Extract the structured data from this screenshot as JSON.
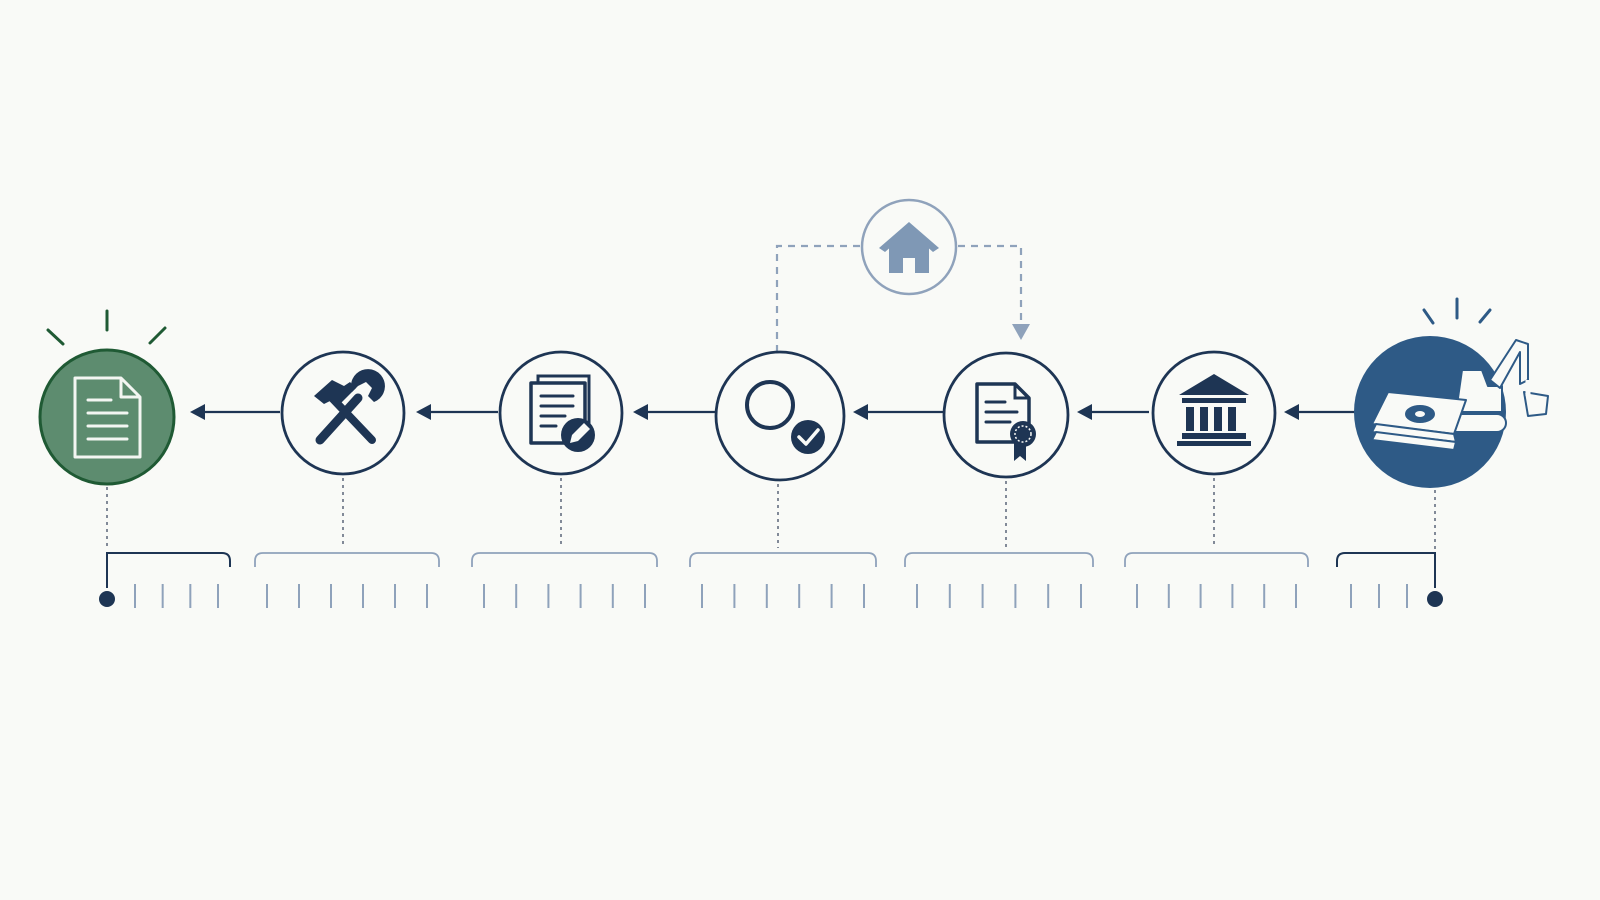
{
  "diagram": {
    "title": "",
    "direction": "right-to-left",
    "colors": {
      "navy": "#1e3554",
      "steel": "#8fa2bb",
      "green_fill": "#5d8c6f",
      "green_ring": "#1f5a34",
      "blue_fill": "#2e5a86",
      "grey_line": "#5a6478"
    },
    "stages": [
      {
        "id": "funding",
        "icon": "money-excavator-icon",
        "style": "filled-blue",
        "highlight": true
      },
      {
        "id": "institution",
        "icon": "bank-building-icon",
        "style": "outline"
      },
      {
        "id": "certificate",
        "icon": "certificate-document-icon",
        "style": "outline"
      },
      {
        "id": "approval",
        "icon": "approval-check-icon",
        "style": "outline"
      },
      {
        "id": "forms",
        "icon": "document-edit-icon",
        "style": "outline"
      },
      {
        "id": "construction",
        "icon": "hammer-wrench-icon",
        "style": "outline"
      },
      {
        "id": "final-document",
        "icon": "document-icon",
        "style": "filled-green",
        "highlight": true
      }
    ],
    "branch": {
      "icon": "house-icon",
      "from": "approval",
      "to": "certificate",
      "style": "dashed"
    },
    "timeline": {
      "segments": [
        {
          "stage": "final-document",
          "ticks": 4
        },
        {
          "stage": "construction",
          "ticks": 6
        },
        {
          "stage": "forms",
          "ticks": 6
        },
        {
          "stage": "approval",
          "ticks": 6
        },
        {
          "stage": "certificate",
          "ticks": 6
        },
        {
          "stage": "institution",
          "ticks": 6
        },
        {
          "stage": "funding",
          "ticks": 3
        }
      ]
    }
  }
}
